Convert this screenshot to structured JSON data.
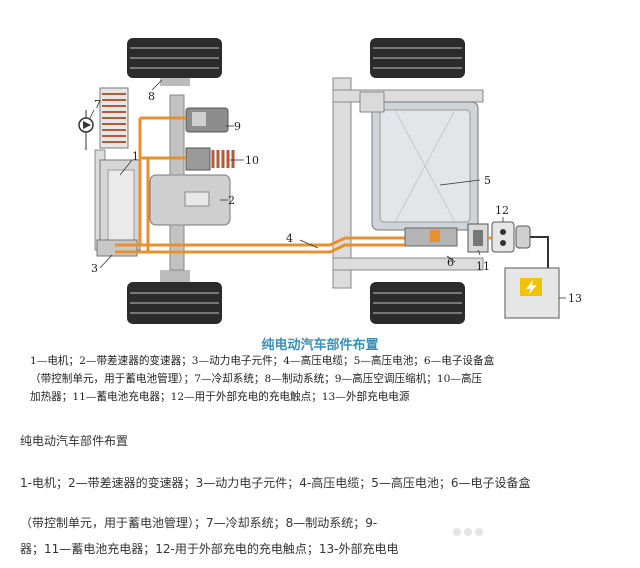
{
  "diagram": {
    "labels": {
      "n1": "1",
      "n2": "2",
      "n3": "3",
      "n4": "4",
      "n5": "5",
      "n6": "6",
      "n7": "7",
      "n8": "8",
      "n9": "9",
      "n10": "10",
      "n11": "11",
      "n12": "12",
      "n13": "13"
    }
  },
  "caption": {
    "title": "纯电动汽车部件布置",
    "legend_line1": "1—电机；2—带差速器的变速器；3—动力电子元件；4—高压电缆；5—高压电池；6—电子设备盒",
    "legend_line2": "（带控制单元，用于蓄电池管理）；7—冷却系统；8—制动系统；9—高压空调压缩机；10—高压",
    "legend_line3": "加热器；11—蓄电池充电器；12—用于外部充电的充电触点；13—外部充电电源"
  },
  "body": {
    "title": "纯电动汽车部件布置",
    "line1": "1-电机；2—带差速器的变速器；3—动力电子元件；4-高压电缆；5—高压电池；6—电子设备盒",
    "line2": "（带控制单元，用于蓄电池管理）；7—冷却系统；8—制动系统；9-",
    "line3": "器；11—蓄电池充电器；12-用于外部充电的充电触点；13-外部充电电"
  },
  "colors": {
    "cable": "#e8902e",
    "frame": "#d8d8d8",
    "tire": "#2b2b2b",
    "battery": "#cfd4d9",
    "caption": "#3a8fb6",
    "charger_symbol": "#f2c200"
  }
}
